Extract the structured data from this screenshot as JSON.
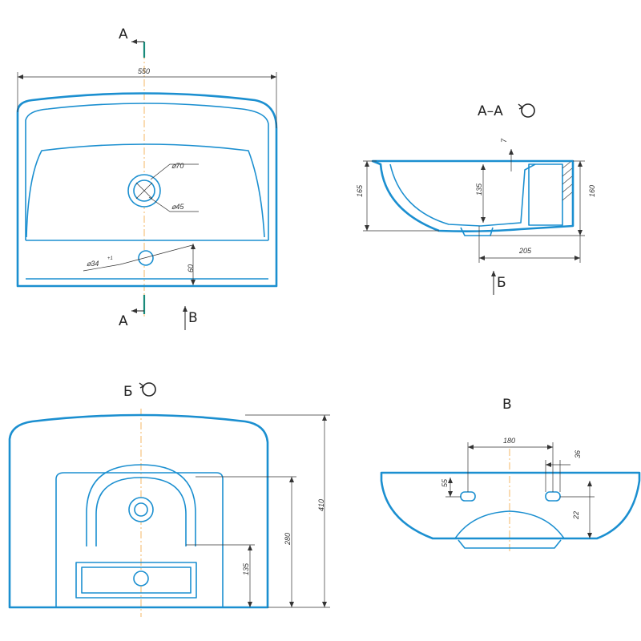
{
  "labels": {
    "section_a_top": "A",
    "section_a_bottom": "A",
    "view_v_marker": "В",
    "section_title": "A–A",
    "view_b_marker": "Б",
    "view_b_title": "Б",
    "view_v_title": "В"
  },
  "dimensions": {
    "top_width": "550",
    "top_hole_outer": "⌀70",
    "top_hole_inner": "⌀45",
    "top_overflow": "⌀34",
    "top_overflow_tol": "+1",
    "top_overflow_offset": "60",
    "sect_height_left": "165",
    "sect_bowl_depth": "135",
    "sect_rim": "7",
    "sect_height_right": "160",
    "sect_drain_offset": "205",
    "b_height": "410",
    "b_inner_height": "280",
    "b_hole_height": "135",
    "v_span": "180",
    "v_hole_w": "36",
    "v_hole_h": "55",
    "v_hole_bottom": "22"
  },
  "colors": {
    "part_outline": "#1b8fd0",
    "center_axis": "#f2a640",
    "section_mark": "#1a8a7a"
  },
  "icons": {
    "view_rotation": "rotation-circle-icon"
  }
}
